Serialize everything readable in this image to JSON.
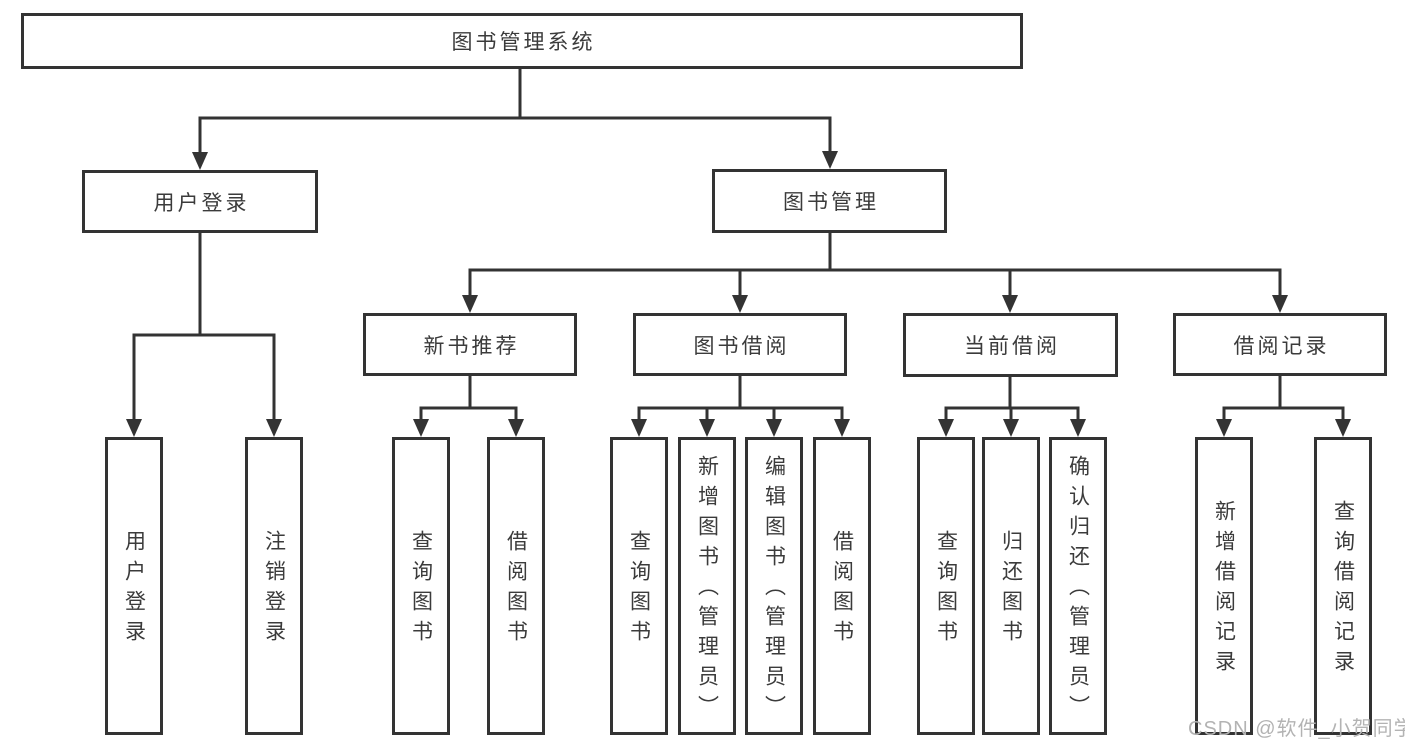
{
  "watermark": "CSDN @软件_小贺同学",
  "colors": {
    "line": "#333333",
    "node_border": "#333333",
    "node_text": "#3b3b3b",
    "background": "#ffffff",
    "watermark_text": "#b3b3b3"
  },
  "tree": {
    "root": {
      "label": "图书管理系统"
    },
    "user_login": {
      "label": "用户登录",
      "children": [
        {
          "label": "用户登录"
        },
        {
          "label": "注销登录"
        }
      ]
    },
    "book_mgmt": {
      "label": "图书管理",
      "children": [
        {
          "label": "新书推荐",
          "children": [
            {
              "label": "查询图书"
            },
            {
              "label": "借阅图书"
            }
          ]
        },
        {
          "label": "图书借阅",
          "children": [
            {
              "label": "查询图书"
            },
            {
              "label": "新增图书（管理员）"
            },
            {
              "label": "编辑图书（管理员）"
            },
            {
              "label": "借阅图书"
            }
          ]
        },
        {
          "label": "当前借阅",
          "children": [
            {
              "label": "查询图书"
            },
            {
              "label": "归还图书"
            },
            {
              "label": "确认归还（管理员）"
            }
          ]
        },
        {
          "label": "借阅记录",
          "children": [
            {
              "label": "新增借阅记录"
            },
            {
              "label": "查询借阅记录"
            }
          ]
        }
      ]
    }
  }
}
